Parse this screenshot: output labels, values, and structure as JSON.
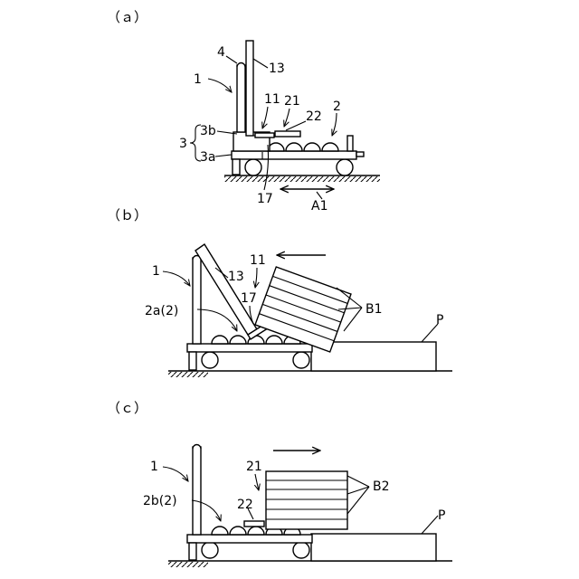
{
  "panels": [
    {
      "label": "（ａ）",
      "labels": {
        "cart": "1",
        "stopper": "4",
        "plate": "13",
        "bottom_plate": "11",
        "pusher": "21",
        "pusher_rod": "22",
        "conveyor": "2",
        "frame": "3",
        "frame_upper": "3b",
        "frame_lower": "3a",
        "pivot": "17",
        "direction": "A1"
      }
    },
    {
      "label": "（ｂ）",
      "labels": {
        "cart": "1",
        "plate": "13",
        "bottom_plate": "11",
        "pivot": "17",
        "conveyor": "2a(2)",
        "bundle": "B1",
        "pallet": "P"
      }
    },
    {
      "label": "（ｃ）",
      "labels": {
        "cart": "1",
        "pusher": "21",
        "pusher_rod": "22",
        "conveyor": "2b(2)",
        "bundle": "B2",
        "pallet": "P"
      }
    }
  ]
}
